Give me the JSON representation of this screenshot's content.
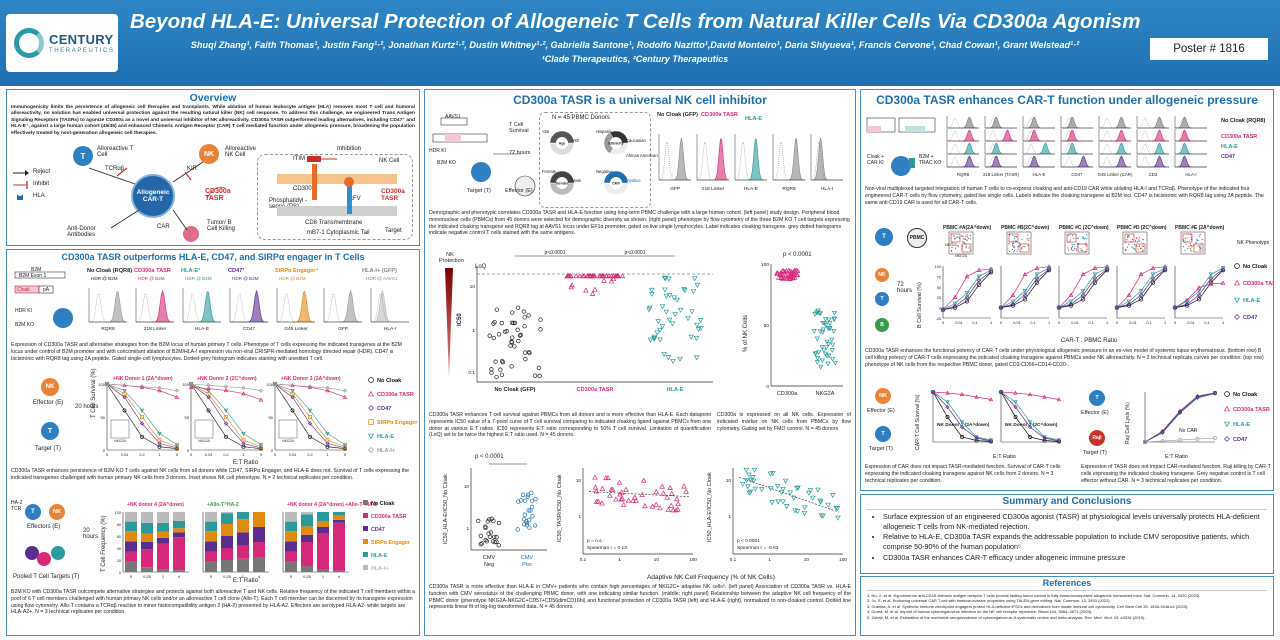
{
  "header": {
    "title": "Beyond HLA-E: Universal Protection of Allogeneic T Cells from Natural Killer Cells Via CD300a Agonism",
    "authors": "Shuqi Zhang¹, Faith Thomas¹, Justin Fang¹·², Jonathan Kurtz¹·², Dustin Whitney¹·², Gabriella Santone¹, Rodolfo Nazitto¹,David Monteiro¹, Daria Shlyueva¹, Francis Cervone¹, Chad Cowan¹, Grant Welstead¹·²",
    "affiliations": "¹Clade Therapeutics, ²Century Therapeutics",
    "poster_number": "Poster # 1816",
    "logo_name": "CENTURY",
    "logo_sub": "THERAPEUTICS"
  },
  "overview": {
    "title": "Overview",
    "body": "Immunogenicity limits the persistence of allogeneic cell therapies and transplants. While ablation of human leukocyte antigen (HLA) removes most T cell and humoral alloreactivity, no solution has enabled universal protection against the resulting natural killer (NK) cell response. To address this challenge, we engineered Trans Antigen Signaling Receptors (TASRs) to agonize CD300a as a novel and universal inhibitor of NK alloreactivity. CD300a TASR outperformed leading alternatives, including CD47⁺ and HLA-E⁺, against a large human cohort (45/45) and enhanced Chimeric Antigen Receptor (CAR) T cell mediated function under allogeneic pressure, broadening the population effectively treated by next-generation allogeneic cell therapies.",
    "legend": [
      "Reject",
      "Inhibit",
      "HLA"
    ],
    "labels": {
      "allo_tcell": "Alloreactive T Cell",
      "allo_nk": "Alloreactive NK Cell",
      "tcrab": "TCRαβ",
      "kir": "KIR",
      "car_t": "Allogeneic CAR-T",
      "cd300a_tasr": "CD300a TASR",
      "car": "CAR",
      "anti_donor": "Anti-Donor Antibodies",
      "tumor": "Tumor/ B Cell Killing",
      "itim": "ITIM",
      "inhibition": "Inhibition",
      "nk_cell": "NK Cell",
      "cd300a": "CD300a",
      "ps": "Phosphatidyl -serine (PS)",
      "scfv": "scFV",
      "cd8": "CD8 Transmembrane",
      "mb7": "mB7-1 Cytoplasmic Tail",
      "target": "Target"
    }
  },
  "outperforms": {
    "title": "CD300a TASR outperforms HLA-E, CD47, and SIRPα engager in T Cells",
    "construct": [
      "B2M",
      "B2M Exon 1",
      "Cloak",
      "pA",
      "HDR KI",
      "B2M KO"
    ],
    "histo_headers": [
      {
        "name": "No Cloak (RQR8)",
        "sub": "HDR @ B2M"
      },
      {
        "name": "CD300a TASR",
        "sub": "HDR @ B2M"
      },
      {
        "name": "HLA-E²",
        "sub": "HDR @ B2M"
      },
      {
        "name": "CD47³",
        "sub": "HDR @ B2M"
      },
      {
        "name": "SIRPα Engager⁴",
        "sub": "HDR @ B2M"
      },
      {
        "name": "HLA-I+ (GFP)",
        "sub": "HDR @ AAVS1"
      }
    ],
    "histo_axes": [
      "RQR8",
      "218 Linker",
      "HLA-E",
      "CD47",
      "G45 Linker",
      "GFP",
      "HLA-I"
    ],
    "caption1": "Expression of CD300a TASR and alternative strategies from the B2M locus of human primary T cells. Phenotype of T cells expressing the indicated transgenes at the B2M locus under control of B2M promoter and with concomitant ablation of B2M/HLA-I expression via non-viral CRISPR-mediated homology directed repair (HDR). CD47 is bicistronic with RQR8 tag using 2A peptide. Gated single-cell lymphocytes. Dotted-grey histogram indicates staining with unedited T cell.",
    "schema_labels": [
      "NK",
      "Effector (E)",
      "20 hours",
      "T",
      "Target (T)"
    ],
    "donors": [
      "+NK Donor 1 (2A^down)",
      "+NK Donor 2 (2C^down)",
      "+NK Donor 3 (2A^down)"
    ],
    "yaxis": "T Cell Survival (%)",
    "xaxis": "E:T Ratio",
    "xticks": [
      "0",
      "0.04",
      "0.2",
      "1",
      "5"
    ],
    "yticks": [
      "0",
      "50",
      "100"
    ],
    "inset": "NKG2A",
    "legend": [
      "No Cloak",
      "CD300a TASR",
      "CD47",
      "SIRPα Engager",
      "HLA-E",
      "HLA-I+"
    ],
    "caption2": "CD300a TASR enhances persistence of B2M KO T cells against NK cells from all donors while CD47, SIRPα Engager, and HLA-E does not. Survival of T cells expressing the indicated transgenes challenged with human primary NK cells from 3 donors. Inset shows NK cell phenotype. N = 2 technical replicates per condition.",
    "bar_schema": [
      "HA-2 TCR",
      "NK",
      "Effectors (E)",
      "20 hours",
      "Pooled T Cell Targets (T)"
    ],
    "bar_groups": [
      "+NK donor 4 (2A^down)",
      "+Allo-T^HA-2",
      "+NK donor 4 (2A^down) +Allo-T^HA-2"
    ],
    "bar_yaxis": "T Cell Frequency (%)",
    "bar_xaxis": "E:T Ratio",
    "bar_xticks": [
      "0",
      "0.25",
      "1",
      "4"
    ],
    "bar_yticks": [
      "0",
      "20",
      "40",
      "60",
      "80",
      "100"
    ],
    "caption3": "B2M KO with CD300a TASR outcompete alternative strategies and protects against both alloreactive T and NK cells. Relative frequency of the indicated T cell members within a pool of 6 T cell members challenged with human primary NK cells and/or an alloreactive T cell clone (Allo-T). Each T cell member can be discerned by its transgene expression using flow cytometry. Allo-T contains a TCRαβ reactive to minor histocompatibility antigen 2 (HA-2) presented by HLA-A2. Effectors are serotyped HLA-A2- while targets are HLA-A2+. N = 3 technical replicates per condition."
  },
  "universal": {
    "title": "CD300a TASR is a universal NK cell inhibitor",
    "schema": [
      "AAVS1",
      "HDR KI",
      "EF1α",
      "Cloak",
      "2A",
      "RQR8",
      "pA",
      "B2M KO",
      "Effector (E)",
      "Target (T)",
      "T Cell Survival",
      "72 hours",
      "PBMC"
    ],
    "donors_title": "N = 45 PBMC Donors",
    "pies": [
      {
        "label": "Age",
        "opts": [
          "<50",
          ">50"
        ]
      },
      {
        "label": "Ethnicity",
        "opts": [
          "Hispanic",
          "Caucasian",
          "African American"
        ]
      },
      {
        "label": "Gender",
        "opts": [
          "Female",
          "Male"
        ]
      },
      {
        "label": "CMV",
        "opts": [
          "Negative",
          "Positive"
        ]
      }
    ],
    "histo_headers": [
      "No Cloak (GFP)",
      "CD300a TASR",
      "HLA-E"
    ],
    "histo_axes": [
      "GFP",
      "218 Linker",
      "HLA-E",
      "RQR8",
      "HLA-I"
    ],
    "caption1": "Demographic and phenotypic correlates CD300a TASR and HLA-E function using long-term PBMC challenge with a large human cohort. (left panel) study design. Peripheral blood mononuclear cells (PBMCs) from 45 donors were selected for demographic diversity as shown. (right panel) phenotype by flow cytometry of the three B2M KO T cell targets expressing the indicated cloaking transgene and RQR8 tag at AAVS1 locus under EF1α promoter, gated on live single lymphocytes. Label indicates cloaking transgene. grey dotted histograms indicate negative control T cells stained with the same antigens.",
    "protection_label": "NK Protection",
    "ic50_axis": "IC50",
    "loq": "LoQ",
    "pvals": [
      "p<0.0001",
      "p<0.0001"
    ],
    "ic50_groups": [
      "No Cloak (GFP)",
      "CD300a TASR",
      "HLA-E"
    ],
    "nk_axis": "% of NK Cells",
    "nk_pval": "p < 0.0001",
    "nk_groups": [
      "CD300a",
      "NKG2A"
    ],
    "nk_yticks": [
      "0",
      "50",
      "100"
    ],
    "caption2": "CD300a TASR enhances T cell survival against PBMCs from all donors and is more effective than HLA-E. Each datapoint represents IC50 value of a 7-point curve of T cell survival comparing to indicated cloaking ligand against PBMCs from one donor at various E:T ratios. IC50 represents E:T ratio corresponding to 50% T cell survival. Limitation of quantification (LoQ) set to be twice the highest E:T ratio used. N = 45 donors.",
    "caption3": "CD300a is expressed on all NK cells. Expression of indicated marker on NK cells from PBMCs by flow cytometry. Gating set by FMO control. N = 45 donors",
    "cmv_pval": "p < 0.0001",
    "cmv_axis": "IC50_HLA-E/IC50_No Cloak",
    "cmv_groups": [
      "CMV Neg",
      "CMV Pos"
    ],
    "scatter1_axis": "IC50_TASR/IC50_No Cloak",
    "scatter1_stats": [
      "p = n.s.",
      "Spearman r = 0.13"
    ],
    "scatter2_axis": "IC50_HLA-E/IC50_No Cloak",
    "scatter2_stats": [
      "p < 0.0001",
      "Spearman r = -0.63"
    ],
    "scatter_x": "Adaptive NK Cell Frequency (% of NK Cells)",
    "caption4": "CD300a TASR is more effective than HLA-E in CMV+ patients who contain high percentages of NKG2C+ adaptive NK cells⁵. (left panel) Association of CD300a TASR vs. HLA-E function with CMV serostatus of the challenging PBMC donor, with one indicating similar function. (middle; right panel) Relationship between the adaptive NK cell frequency of the PBMC donor (phenotype NKG2A-NKG2C+CD57+CD56dimCD16hi) and functional protection of CD300a TASR (left) and HLA-E (right), normalized to non-cloaked control. Dotted line represents linear fit of log-log transformed data. N = 45 donors."
  },
  "cart": {
    "title": "CD300a TASR enhances CAR-T function under allogeneic pressure",
    "schema": [
      "B2M",
      "Cloak",
      "pA",
      "TRAC",
      "CD19 CAR",
      "TCRα",
      "Cloak + CAR KI",
      "B2M + TRAC KO"
    ],
    "histo_axes": [
      "RQR8",
      "218 Linker (TASR)",
      "HLA-E",
      "CD47",
      "G45 Linker (CAR)",
      "CD3",
      "HLA-I"
    ],
    "legend1": [
      "No Cloak (RQR8)",
      "CD300a TASR",
      "HLA-E",
      "CD47"
    ],
    "caption1": "Non-viral multiplexed targeted integration of human T cells to co-express cloaking and anti-CD19 CAR while ablating HLA-I and TCRαβ. Phenotype of the indicated four engineered CAR-T cells by flow cytometry, gated live single cells. Labels indicate the cloaking transgene at B2M loci. CD47 is bicistronic with RQR8 tag using 2A peptide. The same anti-CD19 CAR is used for all CAR-T cells.",
    "pbmc_headers": [
      "PBMC #A(2A^down)",
      "PBMC #B(2C^down)",
      "PBMC #C (2C^down)",
      "PBMC #D (2C^down)",
      "PBMC #E (2A^down)"
    ],
    "pbmc_sub": [
      "NKG2C",
      "NKG2A"
    ],
    "nk_pheno": "NK Phenotype",
    "bcell_axis": "B Cell Survival (%)",
    "bcell_x": "CAR-T : PBMC Ratio",
    "bcell_xticks": [
      "0",
      "0.01",
      "0.1",
      "1"
    ],
    "bcell_yticks": [
      "-25",
      "0",
      "25",
      "50",
      "75",
      "100"
    ],
    "legend2": [
      "No Cloak",
      "CD300a TASR",
      "HLA-E",
      "CD47"
    ],
    "schema2": [
      "72 hours",
      "PBMC",
      "NK",
      "T",
      "B"
    ],
    "caption2": "CD300a TASR enhances the functional potency of CAR-T cells under physiological allogeneic pressure in an ex-vivo model of systemic lupus erythematosus. (bottom row) B cell killing potency of CAR-T cells expressing the indicated cloaking transgene against PBMCs under NK alloreactivity. N = 2 technical replicate curves per condition. (top row) phenotype of NK cells from the respective PBMC donor, gated CD3-CD56+CD14-CD20-.",
    "nk_donors": [
      "NK Donor 1 (2A^down)",
      "NK Donor 2 (2C^down)"
    ],
    "cart_survival": "CAR-T Cell Survival (%)",
    "raji_lysis": "Raji Cell Lysis (%)",
    "et_ratio": "E:T Ratio",
    "no_car": "No CAR",
    "eff": "Effector (E)",
    "tgt": "Target (T)",
    "raji": "Raji",
    "legend3": [
      "No Cloak",
      "CD300a TASR",
      "HLA-E",
      "CD47"
    ],
    "caption3": "Expression of CAR does not impact TASR-mediated function. Survival of CAR-T cells expressing the indicated cloaking transgene against NK cells from 2 donors. N = 3 technical replicates per condition.",
    "caption4": "Expression of TASR does not impact CAR-mediated function. Raji killing by CAR-T cells expressing the indicated cloaking transgene. Grey negative control is T cell effector without CAR. N = 3 technical replicates per condition."
  },
  "summary": {
    "title": "Summary and Conclusions",
    "items": [
      "Surface expression of an engineered CD300a agonist (TASR) at physiological levels universally protects HLA-deficient allogeneic T cells from NK-mediated rejection.",
      "Relative to HLA-E, CD300a TASR expands the addressable population to include CMV seropositive patients, which comprise 50-90% of the human population⁵",
      "CD300a TASR enhances CAR-T efficacy under allogeneic immune pressure"
    ]
  },
  "references": {
    "title": "References",
    "items": [
      "1. Hu, X. et al. Hypoimmune anti-CD19 chimeric antigen receptor T cells provide lasting tumor control in fully immunocompetent allogeneic humanized mice. Nat. Commun. 14, 2020 (2023).",
      "2. Jo, S. et al. Endowing universal CAR T-cell with immune-evasive properties using TALEN-gene editing. Nat. Commun. 13, 3453 (2022).",
      "3. Gravina, A. et al. Synthetic immune checkpoint engagers protect HLA-deficient iPSCs and derivatives from innate immune cell cytotoxicity. Cell Stem Cell 30, 1538-1548.e4 (2023).",
      "4. Gumá, M. et al. Imprint of human cytomegalovirus infection on the NK cell receptor repertoire. Blood 104, 3664–3671 (2004).",
      "5. Zuhair, M. et al. Estimation of the worldwide seroprevalence of cytomegalovirus: A systematic review and meta-analysis. Rev. Med. Virol. 29, e2034 (2019)."
    ]
  },
  "colors": {
    "header": "#2476b8",
    "pink": "#d6287a",
    "teal": "#2c9a9a",
    "purple": "#5b2d8e",
    "orange": "#e08a10",
    "gray": "#8a8a8a"
  }
}
